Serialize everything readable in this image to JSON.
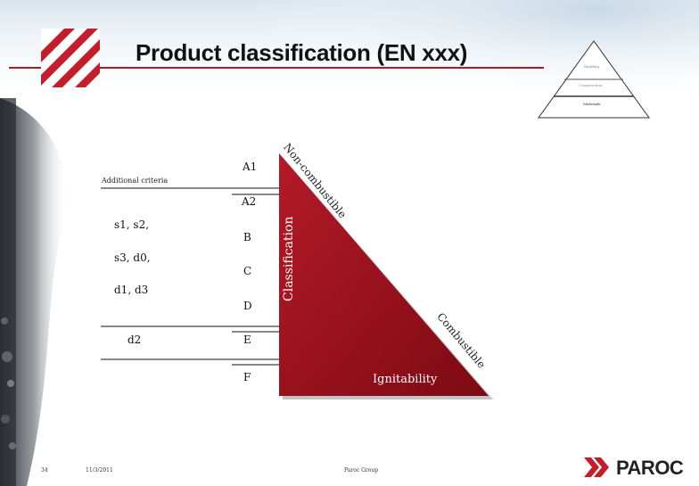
{
  "slide": {
    "title": "Product classification (EN xxx)",
    "footer": {
      "page": "34",
      "date": "11/3/2011",
      "company": "Paroc Group"
    },
    "logo": "PAROC",
    "pyramid_labels": [
      "Building",
      "Construction",
      "Materials"
    ]
  },
  "diagram": {
    "additional_criteria_label": "Additional criteria",
    "criteria": [
      "s1, s2,",
      "s3, d0,",
      "d1, d3",
      "d2"
    ],
    "classes": [
      "A1",
      "A2",
      "B",
      "C",
      "D",
      "E",
      "F"
    ],
    "vertical_label": "Classification",
    "hypotenuse_top_label": "Non-combustible",
    "hypotenuse_bottom_label": "Combustible",
    "base_label": "Ignitability",
    "triangle_color": "#8e0f1a"
  }
}
